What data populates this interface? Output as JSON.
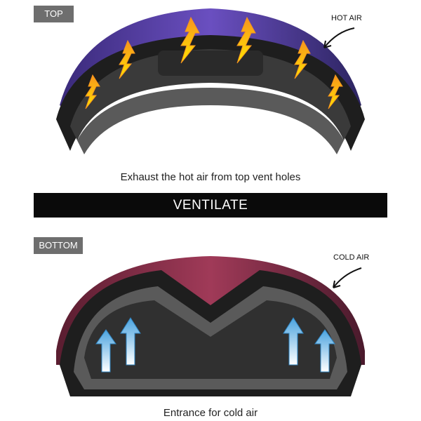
{
  "top_section": {
    "label": "TOP",
    "callout": "HOT AIR",
    "caption": "Exhaust the hot air from top vent holes",
    "arrow_colors": {
      "outer": "#f7941d",
      "inner": "#ffe600"
    },
    "lens_color": "#5a3fae"
  },
  "banner": {
    "label": "VENTILATE"
  },
  "bottom_section": {
    "label": "BOTTOM",
    "callout": "COLD AIR",
    "caption": "Entrance for cold air",
    "arrow_color": "#4aa3df",
    "lens_color": "#8a2e4a"
  }
}
